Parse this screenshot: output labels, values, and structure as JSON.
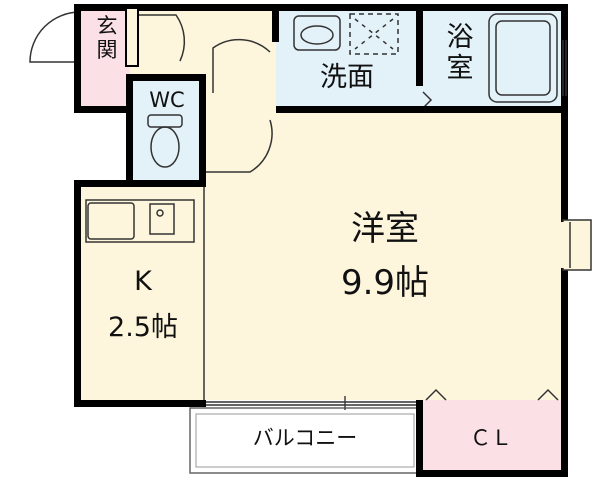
{
  "floor_plan": {
    "rooms": {
      "entrance": {
        "label_line1": "玄",
        "label_line2": "関"
      },
      "toilet": {
        "label": "WC"
      },
      "washroom": {
        "label": "洗面"
      },
      "bathroom": {
        "label_line1": "浴",
        "label_line2": "室"
      },
      "western_room": {
        "label": "洋室",
        "size": "9.9帖"
      },
      "kitchen": {
        "label": "K",
        "size": "2.5帖"
      },
      "balcony": {
        "label": "バルコニー"
      },
      "closet": {
        "label": "ＣＬ"
      }
    },
    "colors": {
      "wall": "#000000",
      "living_floor": "#fdf6dc",
      "wet_area_floor": "#e3f1f8",
      "entrance_floor": "#fbe0e6",
      "closet_floor": "#fbe0e6",
      "balcony_floor": "#ffffff"
    }
  }
}
